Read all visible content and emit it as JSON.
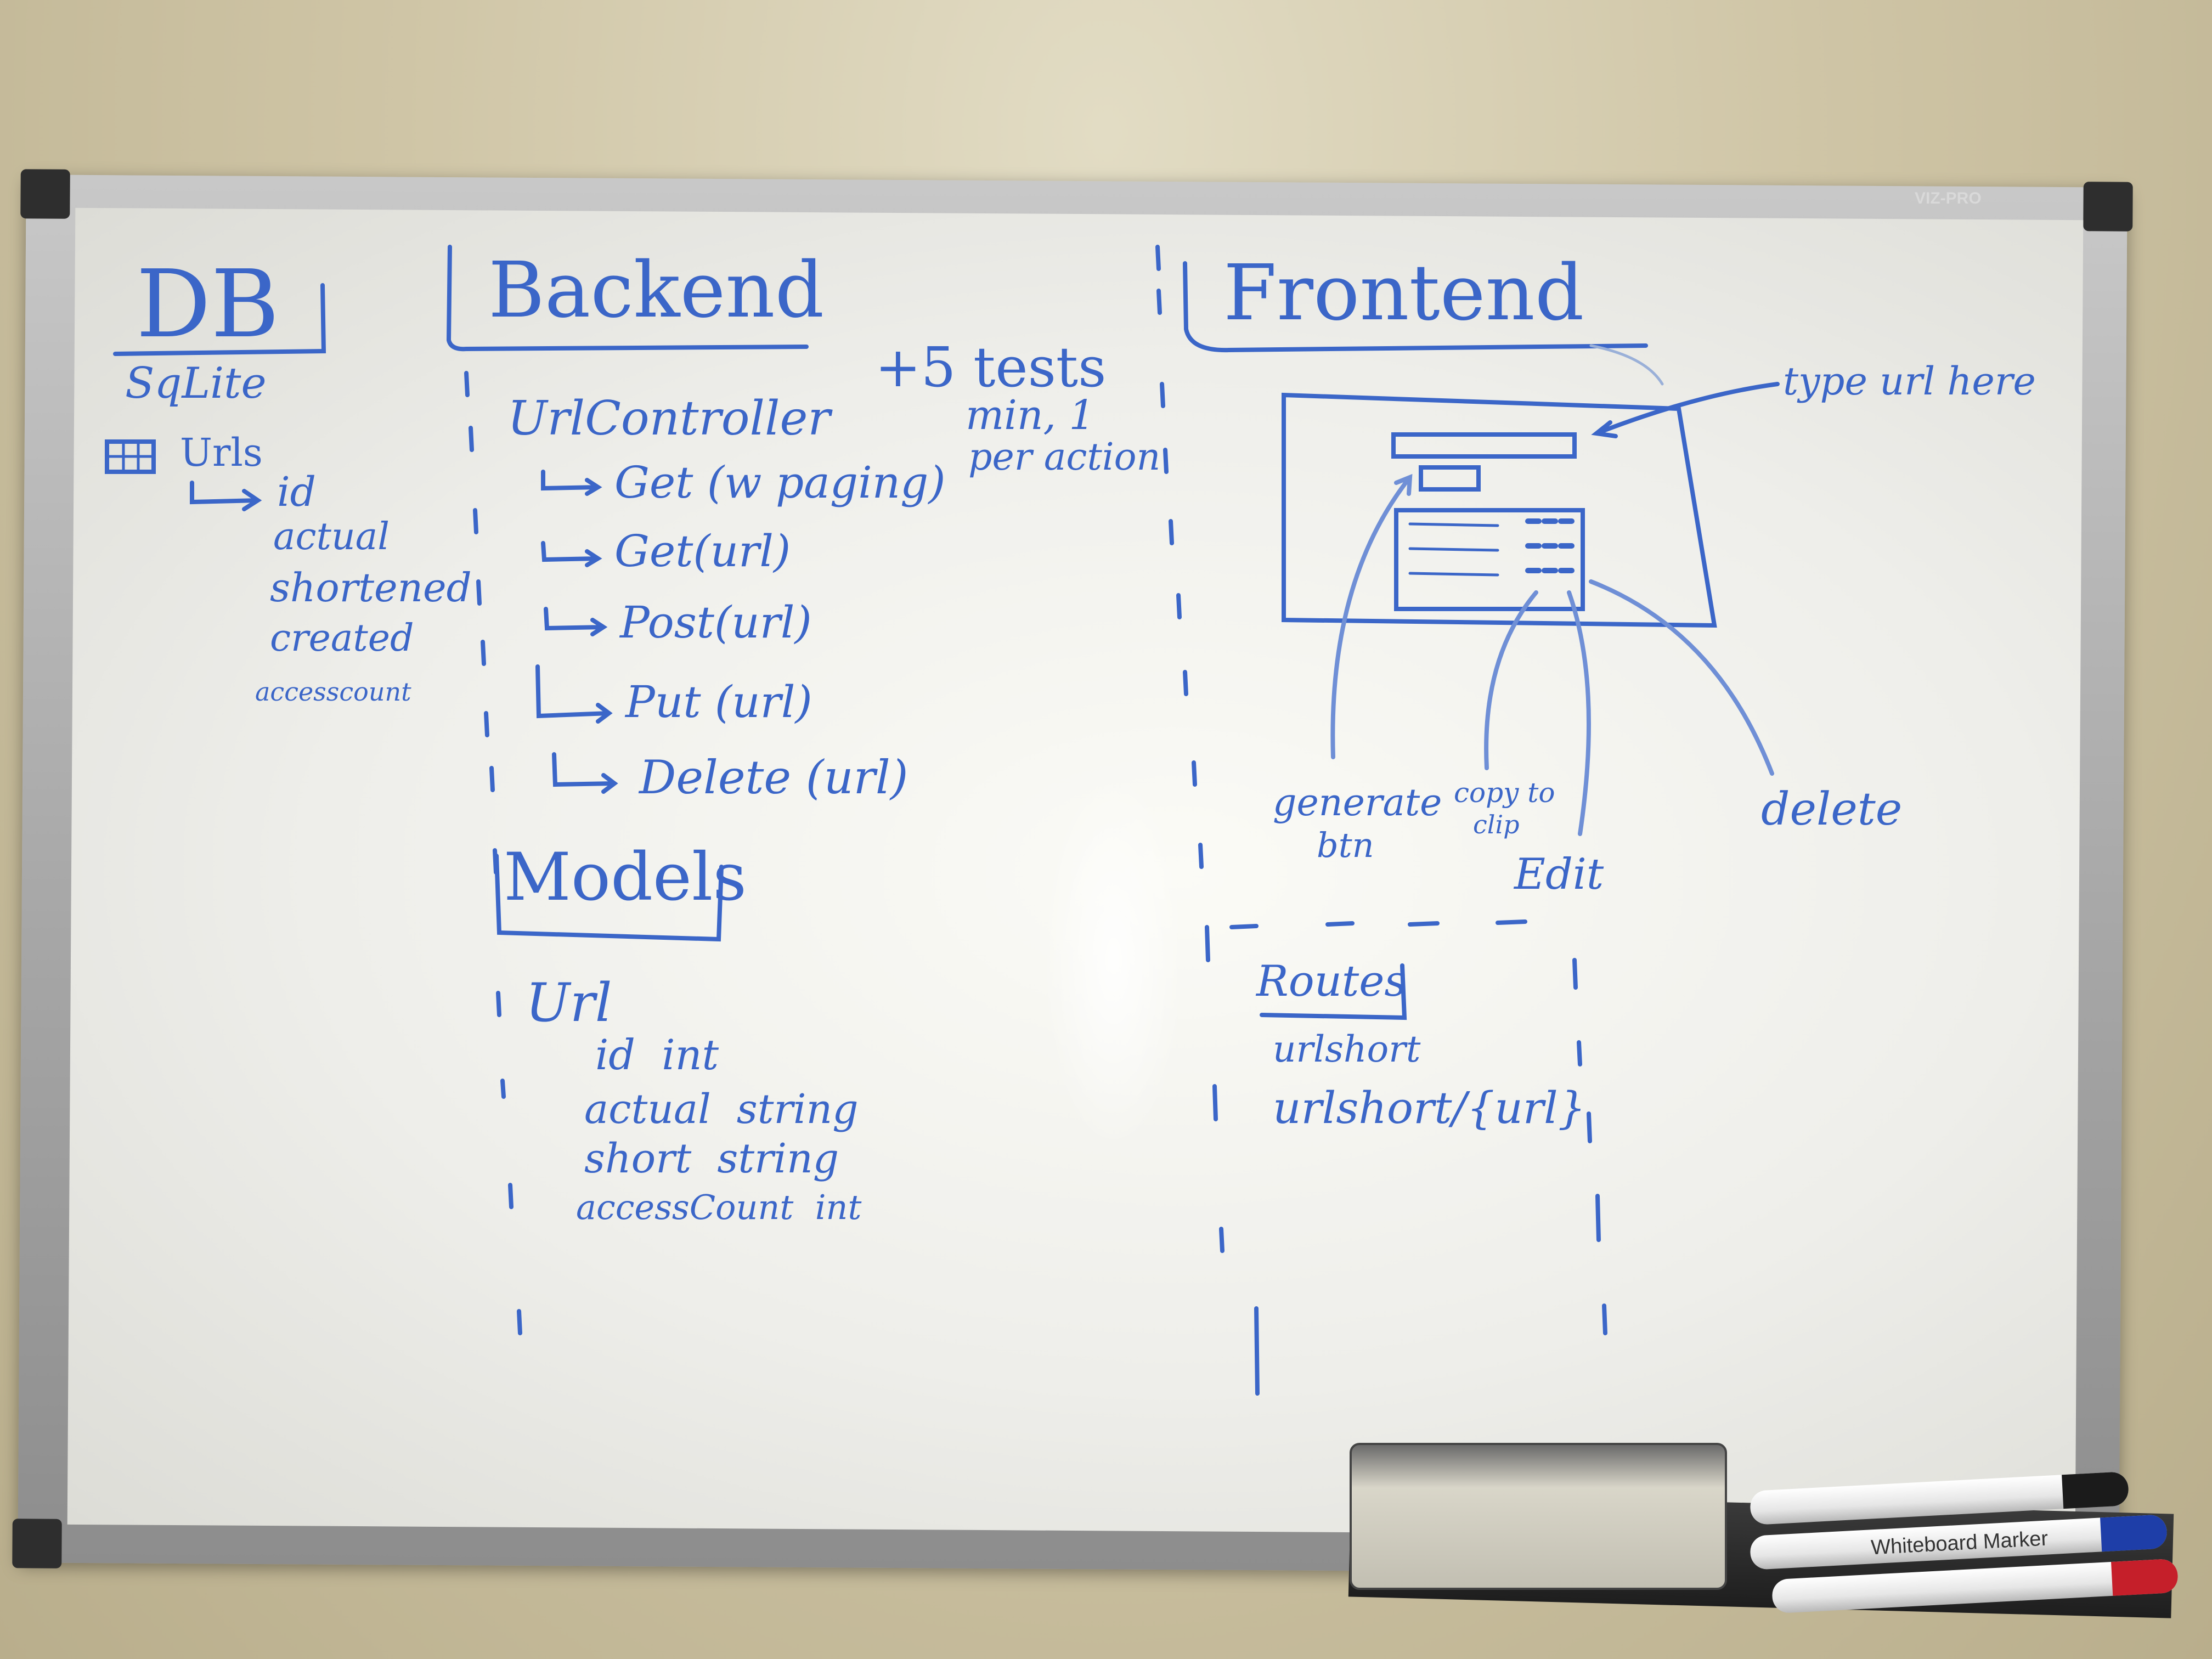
{
  "board": {
    "brand": "VIZ-PRO",
    "ink_color": "#3b66c8",
    "db": {
      "heading": "DB",
      "engine": "SqLite",
      "table": "Urls",
      "fields": [
        "id",
        "actual",
        "shortened",
        "created",
        "accesscount"
      ]
    },
    "backend": {
      "heading": "Backend",
      "controller": "UrlController",
      "actions": [
        "Get (w paging)",
        "Get(url)",
        "Post(url)",
        "Put (url)",
        "Delete (url)"
      ],
      "tests_note": [
        "+5 tests",
        "min, 1",
        "per action"
      ],
      "models_heading": "Models",
      "model_name": "Url",
      "model_fields": [
        "id  int",
        "actual  string",
        "short  string",
        "accessCount  int"
      ]
    },
    "frontend": {
      "heading": "Frontend",
      "label_type_url": "type url here",
      "label_generate": [
        "generate",
        "btn"
      ],
      "label_copy": [
        "copy to",
        "clip"
      ],
      "label_edit": "Edit",
      "label_delete": "delete",
      "routes_heading": "Routes",
      "routes": [
        "urlshort",
        "urlshort/{url}"
      ]
    }
  },
  "tray": {
    "marker_label": "Whiteboard Marker"
  }
}
